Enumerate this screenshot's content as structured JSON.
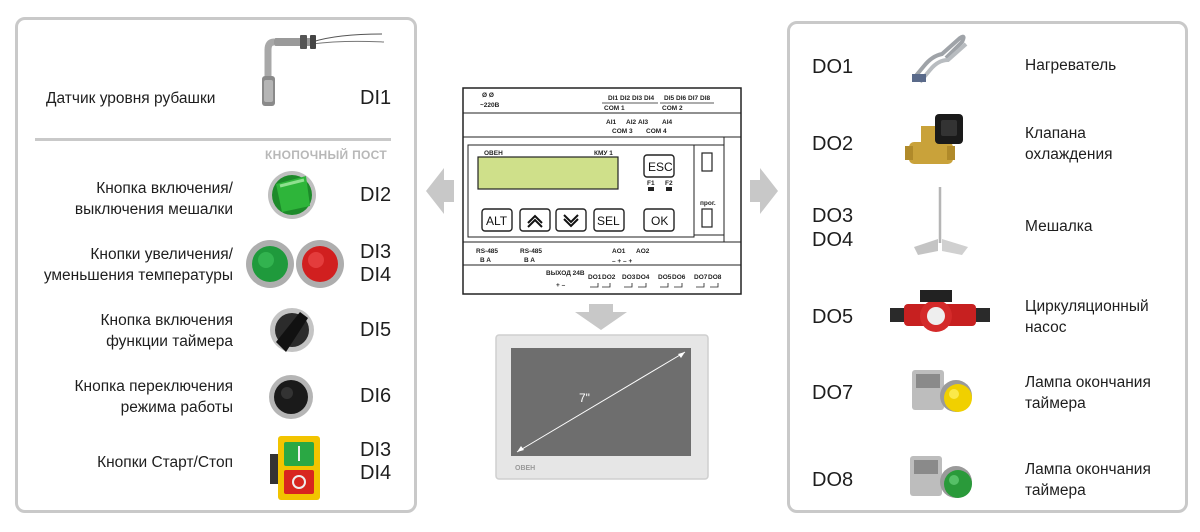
{
  "left_panel": {
    "sensor": {
      "label": "Датчик уровня рубашки",
      "code": "DI1"
    },
    "section_header": "КНОПОЧНЫЙ ПОСТ",
    "items": [
      {
        "label_line1": "Кнопка включения/",
        "label_line2": "выключения мешалки",
        "code_line1": "DI2",
        "code_line2": ""
      },
      {
        "label_line1": "Кнопки увеличения/",
        "label_line2": "уменьшения температуры",
        "code_line1": "DI3",
        "code_line2": "DI4"
      },
      {
        "label_line1": "Кнопка включения",
        "label_line2": "функции таймера",
        "code_line1": "DI5",
        "code_line2": ""
      },
      {
        "label_line1": "Кнопка переключения",
        "label_line2": "режима работы",
        "code_line1": "DI6",
        "code_line2": ""
      },
      {
        "label_line1": "Кнопки Старт/Стоп",
        "label_line2": "",
        "code_line1": "DI3",
        "code_line2": "DI4"
      }
    ]
  },
  "right_panel": {
    "items": [
      {
        "code_line1": "DO1",
        "code_line2": "",
        "label_line1": "Нагреватель",
        "label_line2": ""
      },
      {
        "code_line1": "DO2",
        "code_line2": "",
        "label_line1": "Клапана",
        "label_line2": "охлаждения"
      },
      {
        "code_line1": "DO3",
        "code_line2": "DO4",
        "label_line1": "Мешалка",
        "label_line2": ""
      },
      {
        "code_line1": "DO5",
        "code_line2": "",
        "label_line1": "Циркуляционный",
        "label_line2": "насос"
      },
      {
        "code_line1": "DO7",
        "code_line2": "",
        "label_line1": "Лампа окончания",
        "label_line2": "таймера"
      },
      {
        "code_line1": "DO8",
        "code_line2": "",
        "label_line1": "Лампа окончания",
        "label_line2": "таймера"
      }
    ]
  },
  "controller": {
    "power_label": "~220В",
    "di_top_labels": [
      "DI1",
      "DI2",
      "DI3",
      "DI4",
      "DI5",
      "DI6",
      "DI7",
      "DI8"
    ],
    "com1": "COM 1",
    "com2": "COM 2",
    "ai_labels": [
      "AI1",
      "AI2",
      "AI3",
      "AI4"
    ],
    "com3": "COM 3",
    "com4": "COM 4",
    "brand": "ОВЕН",
    "model": "КМУ 1",
    "keys": {
      "esc": "ESC",
      "alt": "ALT",
      "sel": "SEL",
      "ok": "OK"
    },
    "f1": "F1",
    "f2": "F2",
    "prog": "прог.",
    "rs485_a": "RS-485",
    "rs485_b": "RS-485",
    "ba": "B  A",
    "ao1": "AO1",
    "ao2": "AO2",
    "output_24": "ВЫХОД 24В",
    "do_labels": [
      "DO1",
      "DO2",
      "DO3",
      "DO4",
      "DO5",
      "DO6",
      "DO7",
      "DO8"
    ]
  },
  "hmi": {
    "diagonal": "7\"",
    "brand": "ОВЕН"
  },
  "colors": {
    "panel_border": "#c9c9c9",
    "arrow": "#c8c8c8",
    "lcd": "#cfe08a"
  }
}
